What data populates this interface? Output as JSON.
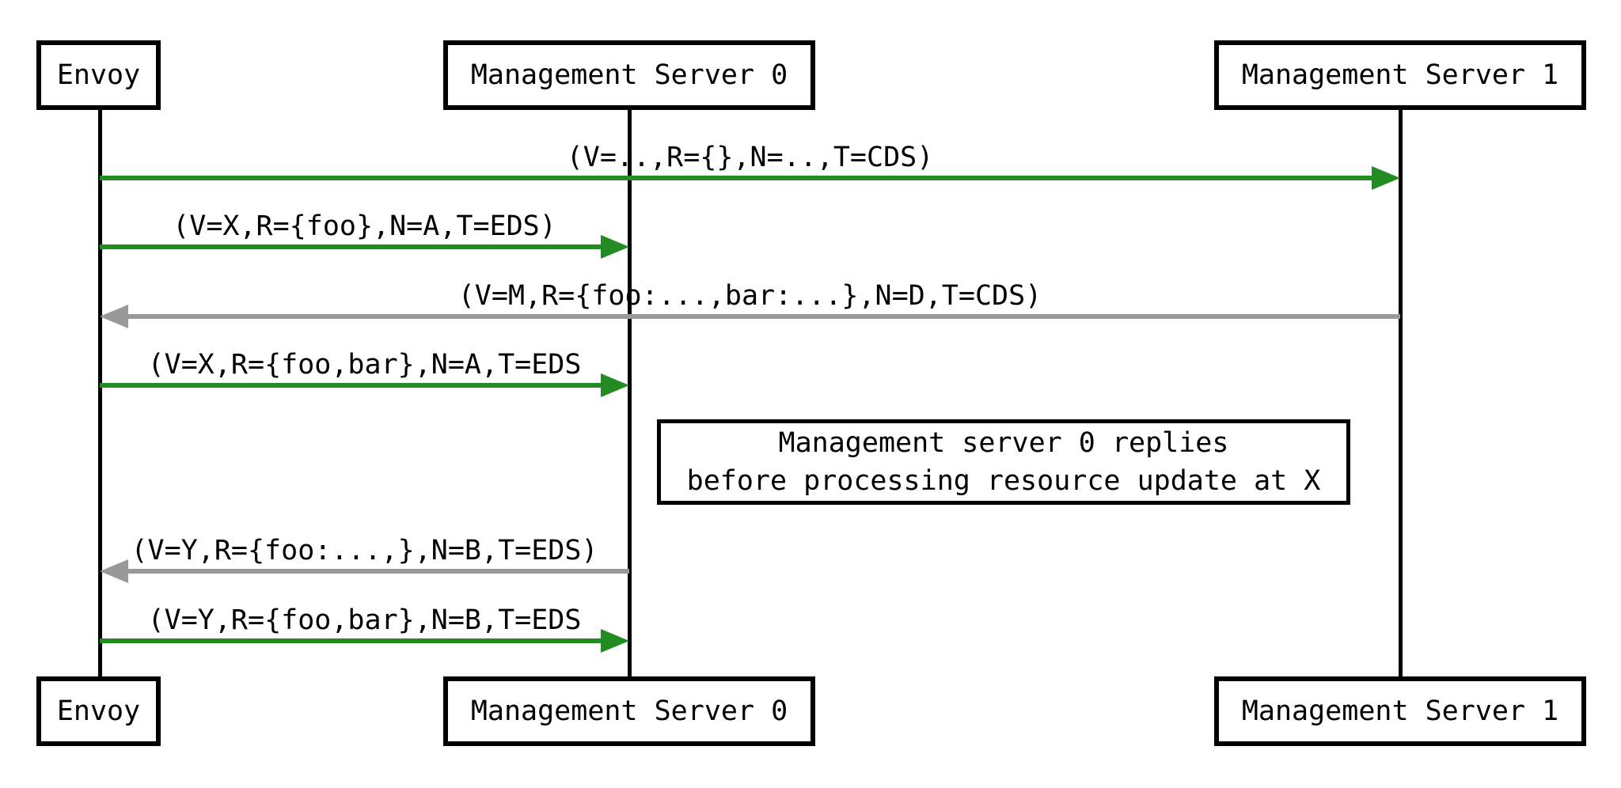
{
  "diagram_type": "sequence-diagram",
  "colors": {
    "request": "#228b22",
    "response": "#999999",
    "lifeline": "#000000",
    "background": "#ffffff"
  },
  "actors": [
    {
      "id": "envoy",
      "label": "Envoy"
    },
    {
      "id": "management-server-0",
      "label": "Management Server 0"
    },
    {
      "id": "management-server-1",
      "label": "Management Server 1"
    }
  ],
  "messages": [
    {
      "label": "(V=..,R={},N=..,T=CDS)",
      "from": "envoy",
      "to": "management-server-1",
      "direction": "right",
      "color_role": "request"
    },
    {
      "label": "(V=X,R={foo},N=A,T=EDS)",
      "from": "envoy",
      "to": "management-server-0",
      "direction": "right",
      "color_role": "request"
    },
    {
      "label": "(V=M,R={foo:...,bar:...},N=D,T=CDS)",
      "from": "management-server-1",
      "to": "envoy",
      "direction": "left",
      "color_role": "response"
    },
    {
      "label": "(V=X,R={foo,bar},N=A,T=EDS",
      "from": "envoy",
      "to": "management-server-0",
      "direction": "right",
      "color_role": "request"
    },
    {
      "label": "(V=Y,R={foo:...,},N=B,T=EDS)",
      "from": "management-server-0",
      "to": "envoy",
      "direction": "left",
      "color_role": "response"
    },
    {
      "label": "(V=Y,R={foo,bar},N=B,T=EDS",
      "from": "envoy",
      "to": "management-server-0",
      "direction": "right",
      "color_role": "request"
    }
  ],
  "note": {
    "line1": "Management server 0 replies",
    "line2": "before processing resource update at X"
  }
}
